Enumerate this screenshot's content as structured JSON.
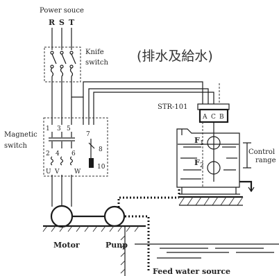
{
  "labels": {
    "power_source": "Power souce",
    "phase_r": "R",
    "phase_s": "S",
    "phase_t": "T",
    "knife_switch_line1": "Knife",
    "knife_switch_line2": "switch",
    "title_jp": "(排水及給水)",
    "str_model": "STR-101",
    "magnetic_switch_line1": "Magnetic",
    "magnetic_switch_line2": "switch",
    "control_range_line1": "Control",
    "control_range_line2": "range",
    "float_1": "F",
    "float_1_sub": "1",
    "float_2": "F",
    "float_2_sub": "2",
    "motor": "Motor",
    "pump": "Punp",
    "feed_water_source": "Feed water source",
    "term_1": "1",
    "term_3": "3",
    "term_5": "5",
    "term_7": "7",
    "term_8": "8",
    "term_2": "2",
    "term_4": "4",
    "term_6": "6",
    "term_10": "10",
    "term_u": "U",
    "term_v": "V",
    "term_w": "W",
    "term_a": "A",
    "term_c": "C",
    "term_b": "B"
  }
}
